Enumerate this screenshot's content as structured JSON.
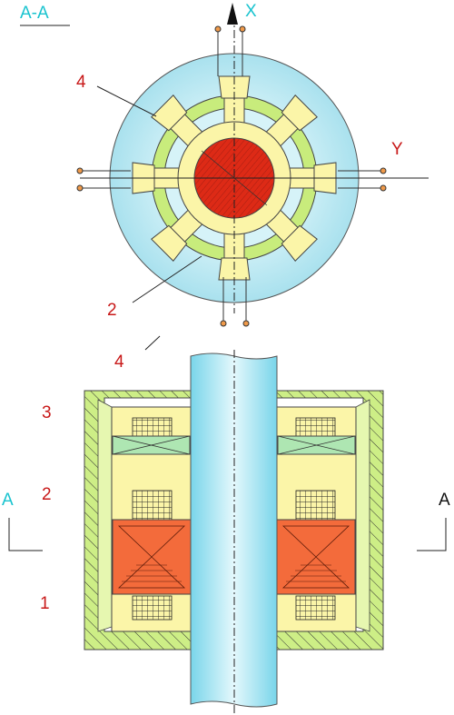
{
  "section_title": "A-A",
  "axis_x_label": "X",
  "axis_y_label": "Y",
  "callouts": {
    "top_4": "4",
    "top_2": "2",
    "mid_4": "4",
    "left_3": "3",
    "left_2": "2",
    "left_1": "1"
  },
  "section_marks": {
    "left": "A",
    "right": "A"
  },
  "colors": {
    "outer_disc": "#bfe9f2",
    "pole": "#fbf5a8",
    "ring": "#c8ec7c",
    "rotor": "#dd2a16",
    "shaft": "#a6e6f2",
    "housing": "#cdee86",
    "magnet": "#f36b3b",
    "label_red": "#c81818",
    "label_cyan": "#19c3cf"
  }
}
